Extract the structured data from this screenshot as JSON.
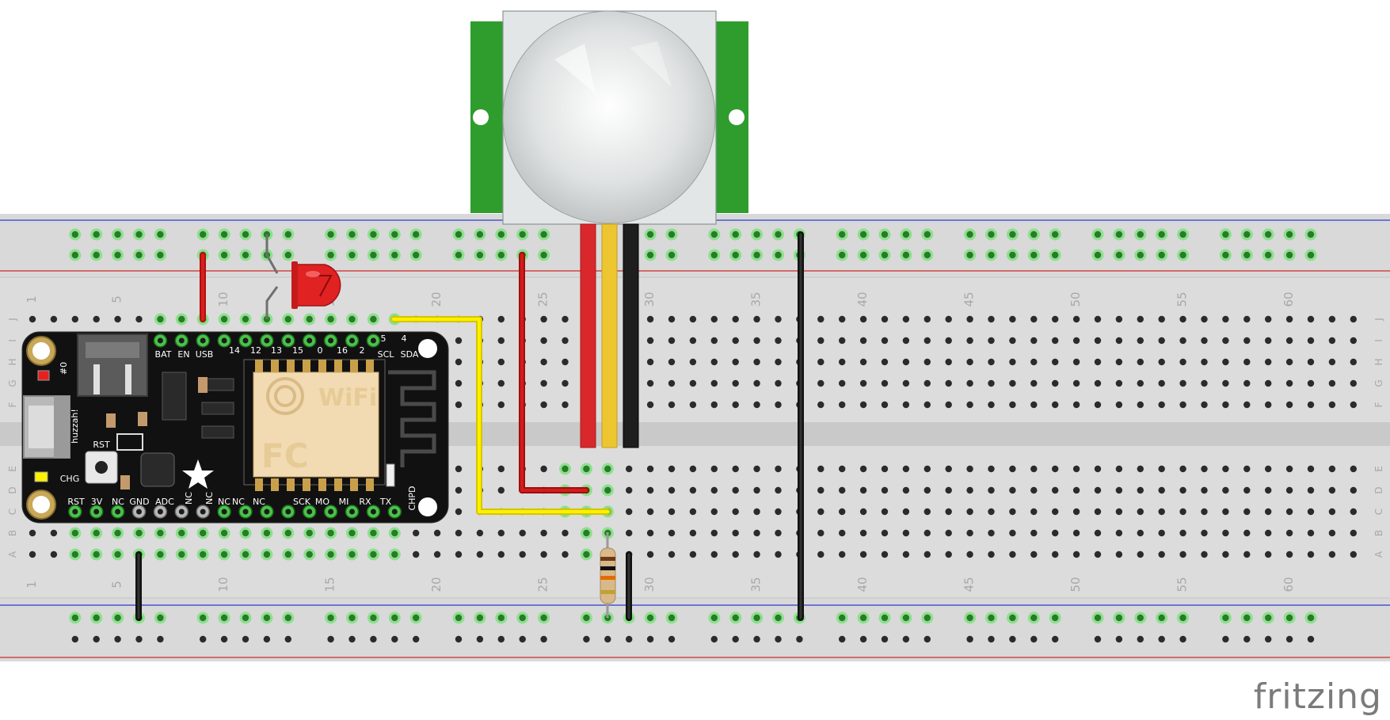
{
  "brand": "fritzing",
  "breadboard": {
    "column_numbers": [
      "1",
      "5",
      "10",
      "15",
      "20",
      "25",
      "30",
      "35",
      "40",
      "45",
      "50",
      "55",
      "60"
    ],
    "row_letters_top": [
      "J",
      "I",
      "H",
      "G",
      "F"
    ],
    "row_letters_bottom": [
      "E",
      "D",
      "C",
      "B",
      "A"
    ]
  },
  "board": {
    "top_labels": [
      "BAT",
      "EN",
      "USB",
      "14",
      "12",
      "13",
      "15",
      "0",
      "16",
      "2",
      "SCL",
      "SDA",
      "5",
      "4"
    ],
    "bottom_labels": [
      "RST",
      "3V",
      "NC",
      "GND",
      "ADC",
      "NC",
      "NC",
      "NC",
      "NC",
      "NC",
      "SCK",
      "MO",
      "MI",
      "RX",
      "TX",
      "CHPD"
    ],
    "side_labels": [
      "#0",
      "huzzah!",
      "RST",
      "CHG"
    ],
    "module_text": "WiFi"
  },
  "colors": {
    "wire_red": "#cc1818",
    "wire_yellow": "#f0e000",
    "wire_black": "#1b1b1b",
    "pir_board": "#2e9d2e",
    "pcb": "#141414"
  }
}
